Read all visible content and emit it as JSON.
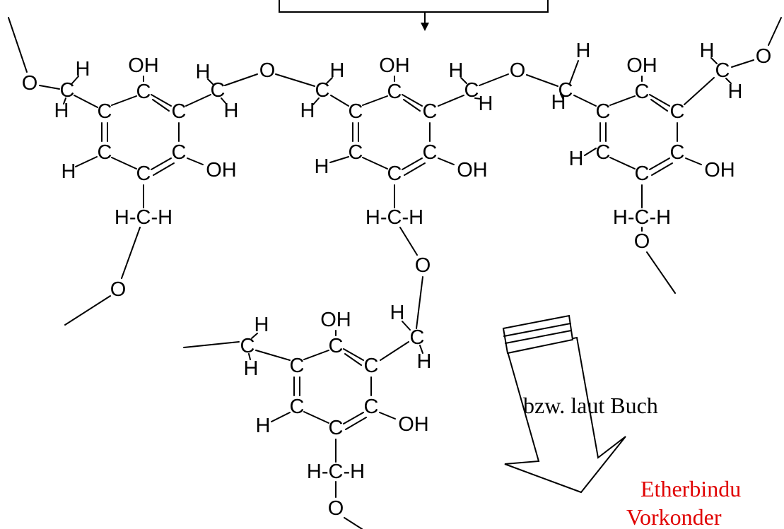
{
  "atoms": {
    "oxygen": "O",
    "hydrogen": "H",
    "carbon": "C",
    "hydroxyl": "OH",
    "methylene": "H-C-H"
  },
  "arrow_caption": "bzw. laut Buch",
  "note": {
    "line1": "Etherbindu",
    "line2": "Vorkonder"
  },
  "colors": {
    "structure": "#000000",
    "note": "#e00000",
    "background": "#ffffff"
  }
}
